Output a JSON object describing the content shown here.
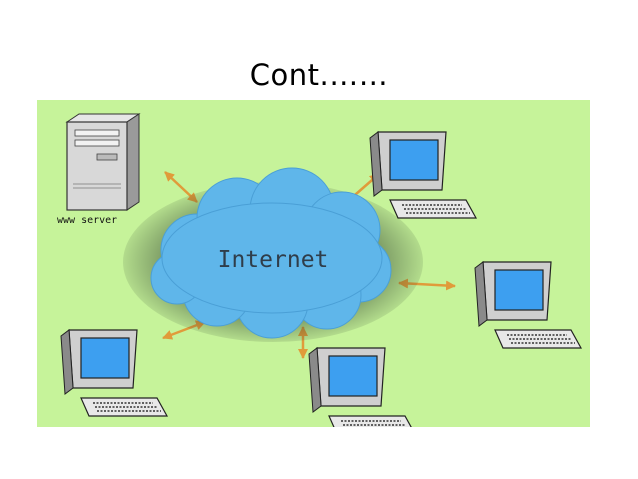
{
  "slide": {
    "title": "Cont.……"
  },
  "diagram": {
    "cloud_label": "Internet",
    "server_label": "www server",
    "colors": {
      "background": "#c6f39a",
      "cloud": "#5fb6ea",
      "arrow": "#e09b3a",
      "screen": "#3d9ff0"
    },
    "nodes": [
      {
        "id": "server",
        "icon": "server-tower-icon"
      },
      {
        "id": "computer-top-right",
        "icon": "computer-icon"
      },
      {
        "id": "computer-right",
        "icon": "computer-icon"
      },
      {
        "id": "computer-bottom-center",
        "icon": "computer-icon"
      },
      {
        "id": "computer-bottom-left",
        "icon": "computer-icon"
      }
    ]
  }
}
